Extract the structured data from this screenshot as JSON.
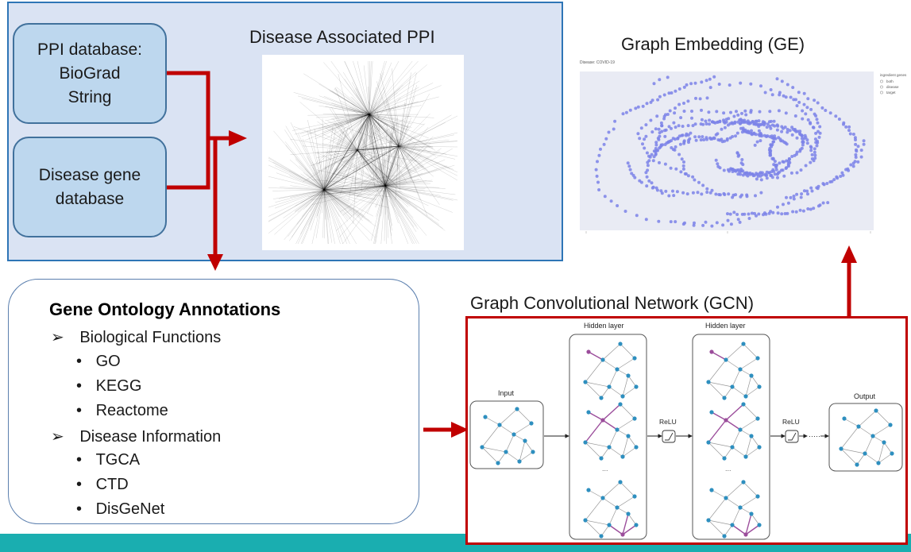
{
  "ppi_box": {
    "lines": [
      "PPI database:",
      "BioGrad",
      "String"
    ]
  },
  "disease_db_box": {
    "lines": [
      "Disease gene",
      "database"
    ]
  },
  "ppi_network": {
    "title": "Disease Associated PPI"
  },
  "embedding": {
    "title": "Graph Embedding (GE)",
    "plot_caption": "Disease: COVID-19",
    "legend_title": "ingredient genes",
    "legend_items": [
      "both",
      "disease",
      "target"
    ],
    "point_color": "#7b83e8"
  },
  "go_annotations": {
    "title": "Gene Ontology  Annotations",
    "sections": [
      {
        "label": "Biological Functions",
        "items": [
          "GO",
          "KEGG",
          "Reactome"
        ]
      },
      {
        "label": "Disease Information",
        "items": [
          "TGCA",
          "CTD",
          "DisGeNet"
        ]
      }
    ]
  },
  "gcn": {
    "title": "Graph Convolutional Network (GCN)",
    "input_label": "Input",
    "hidden_label_1": "Hidden layer",
    "hidden_label_2": "Hidden layer",
    "relu_label_1": "ReLU",
    "relu_label_2": "ReLU",
    "output_label": "Output",
    "ellipsis": "...",
    "dots": "·····",
    "node_color": "#2e8fbf",
    "highlight_color": "#9b4d9b"
  },
  "colors": {
    "arrow": "#c00000",
    "panel_bg": "#dae3f3",
    "panel_border": "#2e75b6",
    "teal": "#1aaeb0"
  }
}
